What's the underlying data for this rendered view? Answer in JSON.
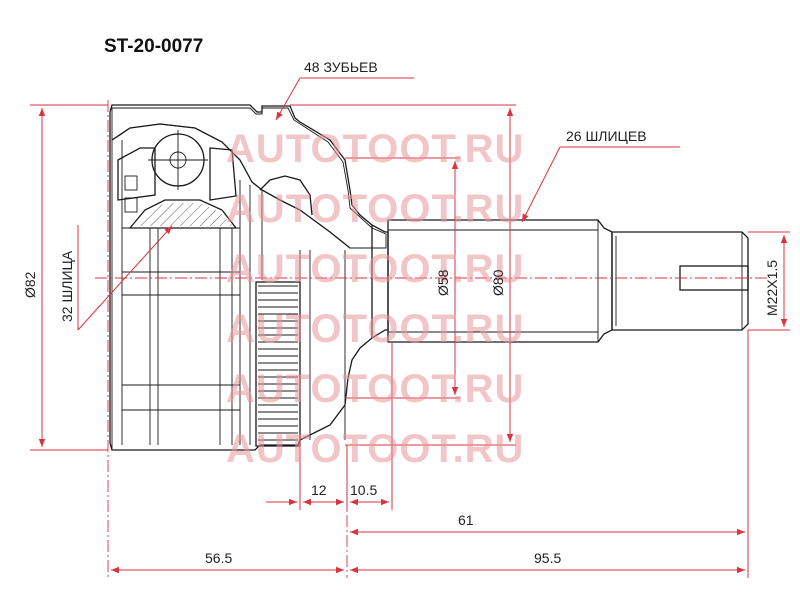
{
  "part_code": "ST-20-0077",
  "callouts": {
    "abs_teeth": "48 ЗУБЬЕВ",
    "shaft_splines": "26 ШЛИЦЕВ",
    "inner_splines": "32 ШЛИЦА"
  },
  "dimensions": {
    "outer_diameter": "Ø82",
    "shaft_seat_diameter": "Ø58",
    "flange_diameter": "Ø80",
    "thread": "M22X1.5",
    "ring_width": "12",
    "gap_width": "10.5",
    "shaft_length": "61",
    "body_length": "56.5",
    "total_shaft_length": "95.5"
  },
  "watermark": [
    "AUTOTOOT.RU",
    "AUTOTOOT.RU",
    "AUTOTOOT.RU",
    "AUTOTOOT.RU",
    "AUTOTOOT.RU",
    "AUTOTOOT.RU"
  ],
  "colors": {
    "dimension_line": "#d9343f",
    "watermark": "#e8959a",
    "outline": "#1a1a1a"
  }
}
